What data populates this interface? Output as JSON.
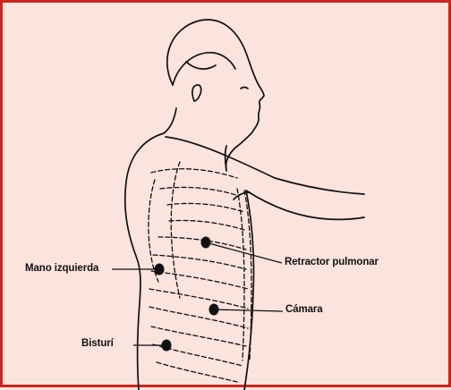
{
  "colors": {
    "background": "#fbe3de",
    "border": "#c8261e",
    "ink": "#111111"
  },
  "labels": {
    "mano_izquierda": "Mano izquierda",
    "retractor_pulmonar": "Retractor  pulmonar",
    "camara": "Cámara",
    "bisturi": "Bisturí"
  }
}
